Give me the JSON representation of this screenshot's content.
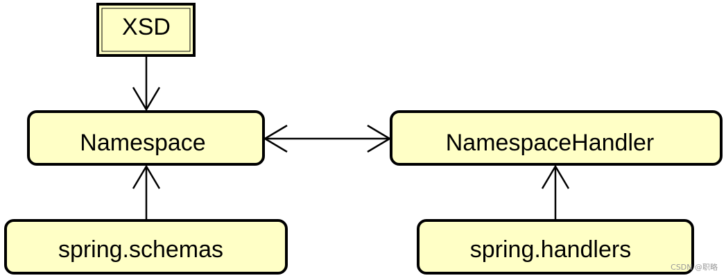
{
  "nodes": {
    "xsd": "XSD",
    "namespace": "Namespace",
    "namespace_handler": "NamespaceHandler",
    "spring_schemas": "spring.schemas",
    "spring_handlers": "spring.handlers"
  },
  "watermark": "CSDN @职略",
  "colors": {
    "node_fill": "#ffffc6",
    "node_stroke": "#000000",
    "edge": "#000000"
  }
}
